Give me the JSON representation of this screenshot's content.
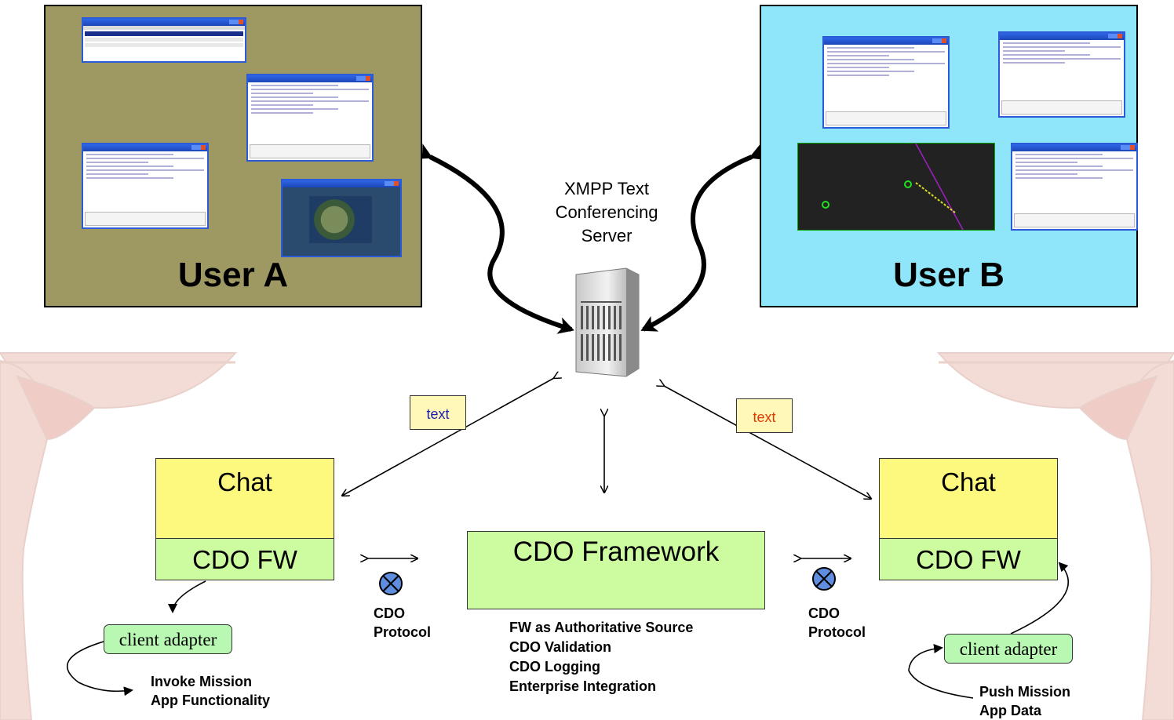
{
  "user_a": {
    "label": "User A"
  },
  "user_b": {
    "label": "User B"
  },
  "server": {
    "label_lines": [
      "XMPP Text",
      "Conferencing",
      "Server"
    ]
  },
  "messages": {
    "left_text": "text",
    "right_text": "text"
  },
  "left_client": {
    "chat_label": "Chat",
    "fw_label": "CDO FW",
    "adapter_label": "client adapter",
    "action_lines": [
      "Invoke Mission",
      "App Functionality"
    ]
  },
  "right_client": {
    "chat_label": "Chat",
    "fw_label": "CDO FW",
    "adapter_label": "client adapter",
    "action_lines": [
      "Push Mission",
      "App Data"
    ]
  },
  "protocol": {
    "left_lines": [
      "CDO",
      "Protocol"
    ],
    "right_lines": [
      "CDO",
      "Protocol"
    ]
  },
  "framework": {
    "title": "CDO Framework",
    "notes": [
      "FW as Authoritative Source",
      "CDO Validation",
      "CDO Logging",
      "Enterprise Integration"
    ]
  },
  "colors": {
    "user_a_bg": "#9e9862",
    "user_b_bg": "#8fe6fb",
    "chat_yellow": "#fdf87e",
    "fw_green": "#ccfba0",
    "adapter_green": "#b8f8b3",
    "curtain": "#f2d6d0",
    "text_blue": "#1a1ab8",
    "text_orange": "#e03a00"
  }
}
